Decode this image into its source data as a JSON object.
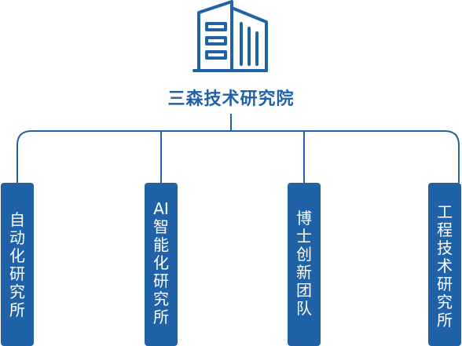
{
  "org": {
    "root": "三森技术研究院",
    "children": [
      {
        "label": "自动化研究所"
      },
      {
        "label": "AI智能化研究所"
      },
      {
        "label": "博士创新团队"
      },
      {
        "label": "工程技术研究所"
      }
    ]
  },
  "colors": {
    "primary": "#1f62a8"
  },
  "icons": {
    "logo": "building-icon"
  }
}
